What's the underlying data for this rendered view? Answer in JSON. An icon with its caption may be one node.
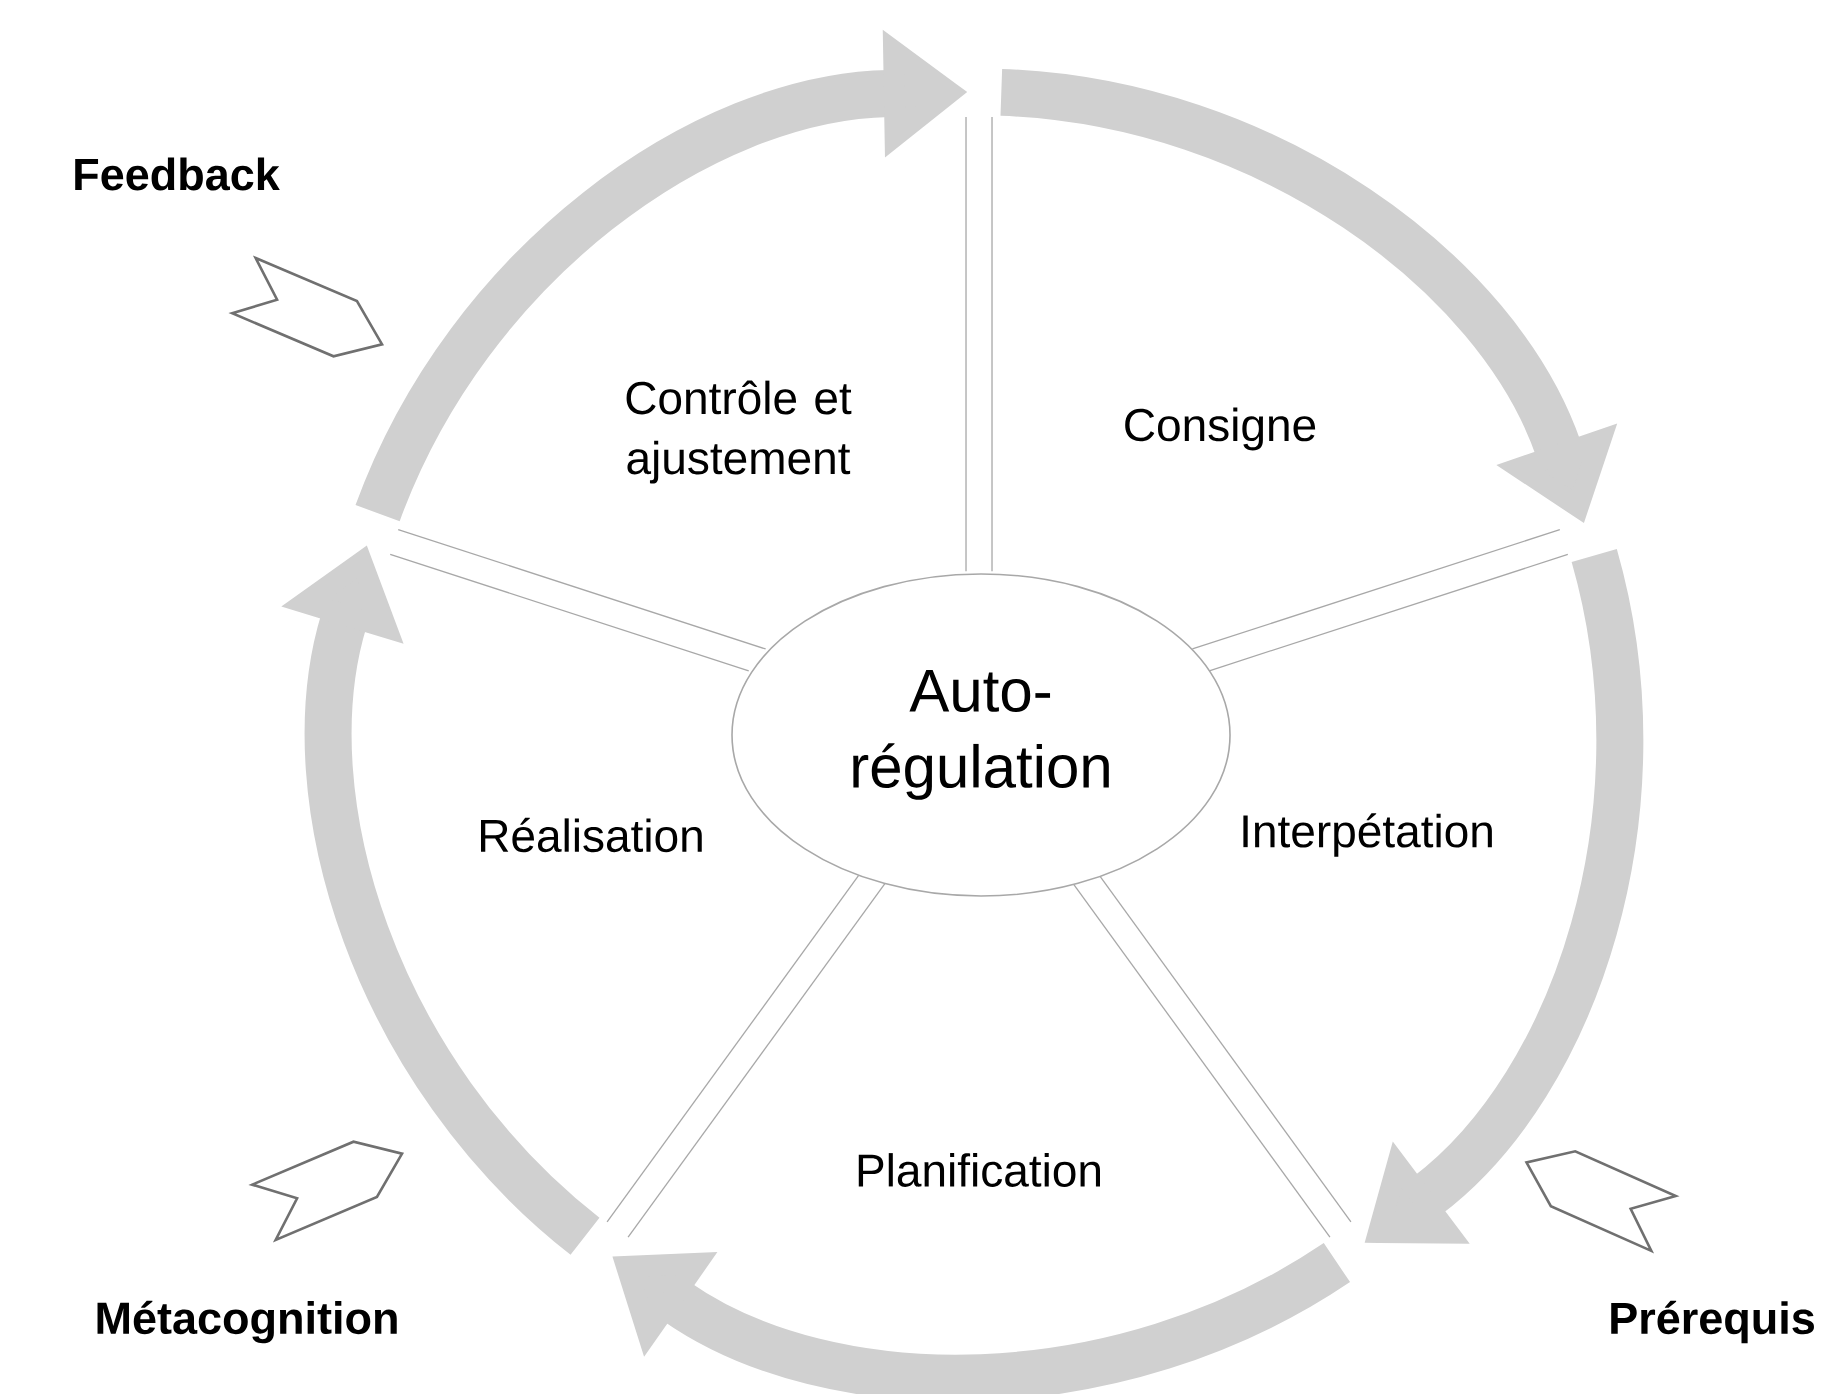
{
  "diagram": {
    "nodes": [
      {
        "text": [
          "Feedback"
        ]
      },
      {
        "text": [
          "Contrôle et ajustement"
        ]
      },
      {
        "text": [
          "Consigne"
        ]
      },
      {
        "text": [
          "Auto-régulation"
        ]
      },
      {
        "text": [
          "Réalisation"
        ]
      },
      {
        "text": [
          "Interpétation"
        ]
      },
      {
        "text": [
          "Planification"
        ]
      },
      {
        "text": [
          "Métacognition"
        ]
      },
      {
        "text": [
          "Prérequis"
        ]
      }
    ]
  }
}
